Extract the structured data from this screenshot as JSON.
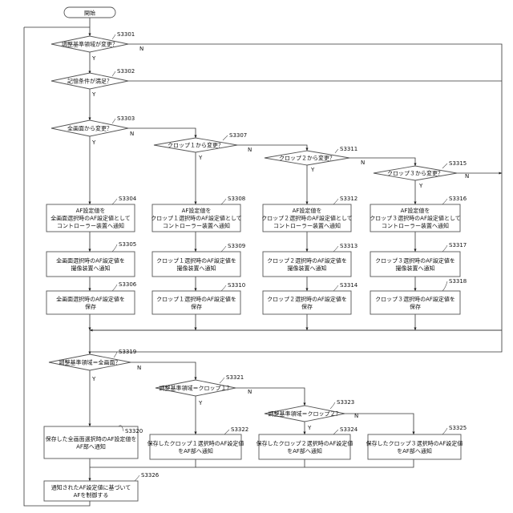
{
  "start": "開始",
  "yes": "Y",
  "no": "N",
  "steps": {
    "s3301": {
      "id": "S3301",
      "text": [
        "調整基準領域が変更？"
      ]
    },
    "s3302": {
      "id": "S3302",
      "text": [
        "記憶条件が満足？"
      ]
    },
    "s3303": {
      "id": "S3303",
      "text": [
        "全画面から変更？"
      ]
    },
    "s3307": {
      "id": "S3307",
      "text": [
        "クロップ１から変更？"
      ]
    },
    "s3311": {
      "id": "S3311",
      "text": [
        "クロップ２から変更？"
      ]
    },
    "s3315": {
      "id": "S3315",
      "text": [
        "クロップ３から変更？"
      ]
    },
    "s3304": {
      "id": "S3304",
      "text": [
        "AF設定値を",
        "全画面選択時のAF設定値として",
        "コントローラー装置へ通知"
      ]
    },
    "s3308": {
      "id": "S3308",
      "text": [
        "AF設定値を",
        "クロップ１選択時のAF設定値として",
        "コントローラー装置へ通知"
      ]
    },
    "s3312": {
      "id": "S3312",
      "text": [
        "AF設定値を",
        "クロップ２選択時のAF設定値として",
        "コントローラー装置へ通知"
      ]
    },
    "s3316": {
      "id": "S3316",
      "text": [
        "AF設定値を",
        "クロップ３選択時のAF設定値として",
        "コントローラー装置へ通知"
      ]
    },
    "s3305": {
      "id": "S3305",
      "text": [
        "全画面選択時のAF設定値を",
        "撮像装置へ通知"
      ]
    },
    "s3309": {
      "id": "S3309",
      "text": [
        "クロップ１選択時のAF設定値を",
        "撮像装置へ通知"
      ]
    },
    "s3313": {
      "id": "S3313",
      "text": [
        "クロップ２選択時のAF設定値を",
        "撮像装置へ通知"
      ]
    },
    "s3317": {
      "id": "S3317",
      "text": [
        "クロップ３選択時のAF設定値を",
        "撮像装置へ通知"
      ]
    },
    "s3306": {
      "id": "S3306",
      "text": [
        "全画面選択時のAF設定値を",
        "保存"
      ]
    },
    "s3310": {
      "id": "S3310",
      "text": [
        "クロップ１選択時のAF設定値を",
        "保存"
      ]
    },
    "s3314": {
      "id": "S3314",
      "text": [
        "クロップ２選択時のAF設定値を",
        "保存"
      ]
    },
    "s3318": {
      "id": "S3318",
      "text": [
        "クロップ３選択時のAF設定値を",
        "保存"
      ]
    },
    "s3319": {
      "id": "S3319",
      "text": [
        "調整基準領域＝全画面？"
      ]
    },
    "s3321": {
      "id": "S3321",
      "text": [
        "調整基準領域＝クロップ１？"
      ]
    },
    "s3323": {
      "id": "S3323",
      "text": [
        "調整基準領域＝クロップ２？"
      ]
    },
    "s3320": {
      "id": "S3320",
      "text": [
        "保存した全画面選択時のAF設定値を",
        "AF部へ通知"
      ]
    },
    "s3322": {
      "id": "S3322",
      "text": [
        "保存したクロップ１選択時のAF設定値",
        "をAF部へ通知"
      ]
    },
    "s3324": {
      "id": "S3324",
      "text": [
        "保存したクロップ２選択時のAF設定値",
        "をAF部へ通知"
      ]
    },
    "s3325": {
      "id": "S3325",
      "text": [
        "保存したクロップ３選択時のAF設定値",
        "をAF部へ通知"
      ]
    },
    "s3326": {
      "id": "S3326",
      "text": [
        "通知されたAF設定値に基づいて",
        "AFを制御する"
      ]
    }
  }
}
